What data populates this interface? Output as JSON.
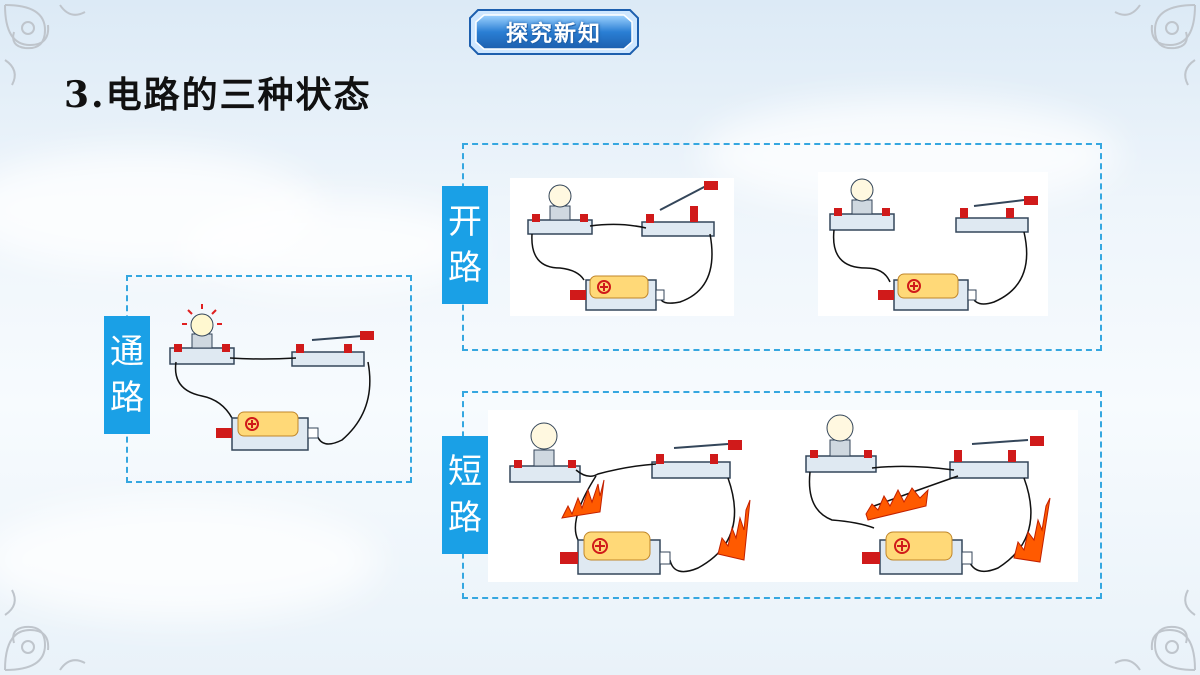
{
  "badge": {
    "text": "探究新知",
    "color": "#2a7fd4"
  },
  "heading": "3.电路的三种状态",
  "states": {
    "closed": {
      "label_1": "通",
      "label_2": "路"
    },
    "open": {
      "label_1": "开",
      "label_2": "路"
    },
    "short": {
      "label_1": "短",
      "label_2": "路"
    }
  },
  "colors": {
    "accent": "#1aa0e6",
    "dashed_border": "#35a7e0",
    "flame": "#ff5a00"
  },
  "icons": [
    "corner-ornament-icon",
    "bulb-icon",
    "switch-icon",
    "battery-icon",
    "flame-icon"
  ]
}
